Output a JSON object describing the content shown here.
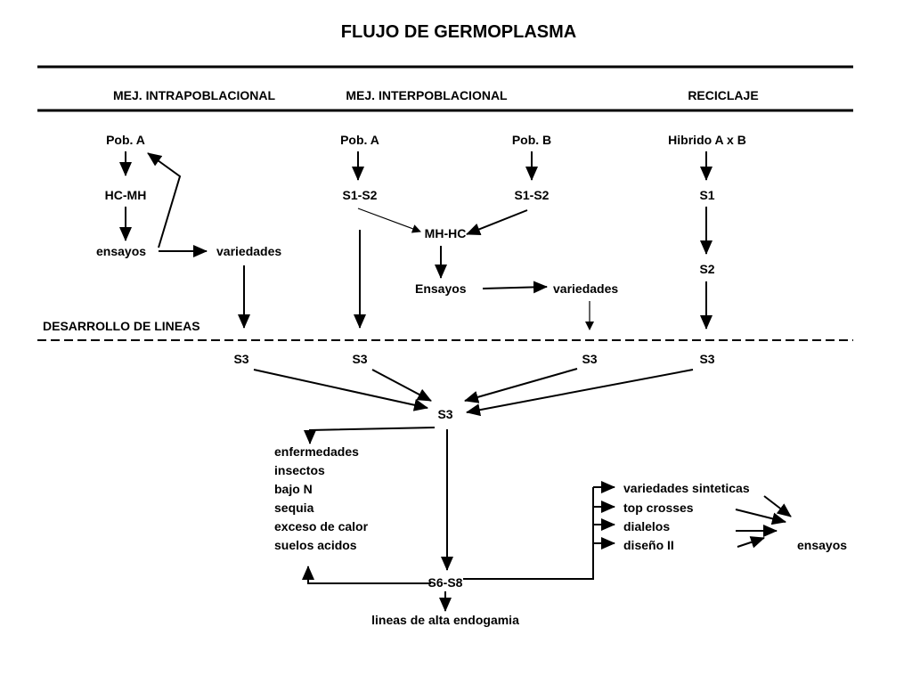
{
  "title": "FLUJO DE GERMOPLASMA",
  "columns": {
    "intra": "MEJ. INTRAPOBLACIONAL",
    "inter": "MEJ. INTERPOBLACIONAL",
    "reciclaje": "RECICLAJE"
  },
  "intra": {
    "pob": "Pob. A",
    "hcmh": "HC-MH",
    "ensayos": "ensayos",
    "variedades": "variedades"
  },
  "inter": {
    "pob_a": "Pob. A",
    "pob_b": "Pob. B",
    "s1s2_a": "S1-S2",
    "s1s2_b": "S1-S2",
    "mhhc": "MH-HC",
    "ensayos": "Ensayos",
    "variedades": "variedades"
  },
  "reciclaje": {
    "hibrido": "Hibrido A x B",
    "s1": "S1",
    "s2": "S2"
  },
  "desarrollo": "DESARROLLO DE LINEAS",
  "s3_row": [
    "S3",
    "S3",
    "S3",
    "S3"
  ],
  "s3_center": "S3",
  "stresses": [
    "enfermedades",
    "insectos",
    "bajo N",
    "sequia",
    "exceso de calor",
    "suelos acidos"
  ],
  "s6s8": "S6-S8",
  "lineas": "lineas de alta endogamia",
  "uses": [
    "variedades sinteticas",
    "top crosses",
    "dialelos",
    "diseño II"
  ],
  "ensayos_final": "ensayos"
}
